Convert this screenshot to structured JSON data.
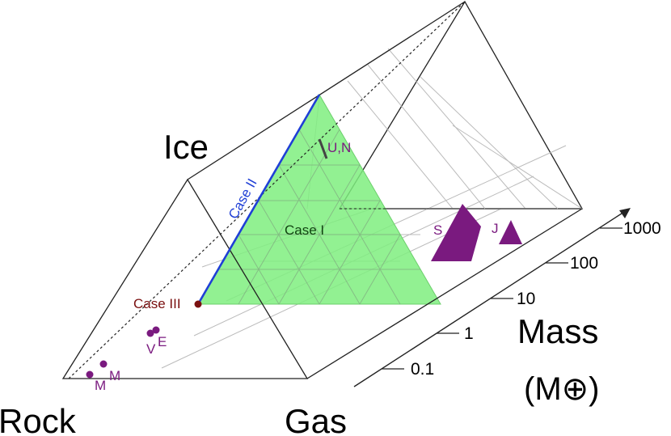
{
  "corners": {
    "rock": "Rock",
    "ice": "Ice",
    "gas": "Gas"
  },
  "cases": {
    "case1": "Case I",
    "case2": "Case II",
    "case3": "Case III"
  },
  "planets": {
    "un": "U,N",
    "saturn": "S",
    "jupiter": "J",
    "venus": "V",
    "earth": "E",
    "mercury": "M",
    "mars": "M"
  },
  "mass_axis": {
    "label": "Mass",
    "unit": "(M⊕)",
    "ticks": [
      "0.1",
      "1",
      "10",
      "100",
      "1000"
    ]
  },
  "colors": {
    "green_fill": "#7fef7f",
    "case2_line": "#1f3fd6",
    "case3_dot": "#7a1010",
    "planet": "#7a1a7f"
  }
}
